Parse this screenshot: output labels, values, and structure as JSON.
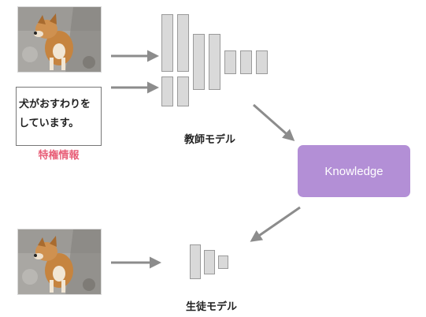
{
  "caption": {
    "line1": "犬がおすわりを",
    "line2": "しています。"
  },
  "privileged_label": "特権情報",
  "teacher_label": "教師モデル",
  "student_label": "生徒モデル",
  "knowledge_label": "Knowledge",
  "colors": {
    "knowledge_box": "#b38fd6",
    "privileged_text": "#e85f78",
    "arrow": "#8c8c8c",
    "block_fill": "#d9d9d9"
  }
}
